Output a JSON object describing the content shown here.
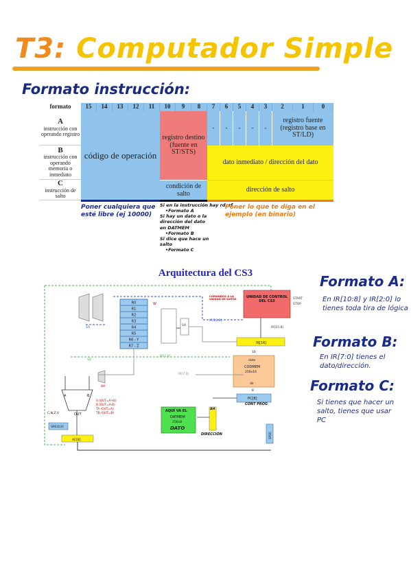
{
  "title": {
    "prefix": "T3:",
    "main": "Computador Simple"
  },
  "subtitle": "Formato instrucción:",
  "table": {
    "header_label": "formato",
    "bits": [
      "15",
      "14",
      "13",
      "12",
      "11",
      "10",
      "9",
      "8",
      "7",
      "6",
      "5",
      "4",
      "3",
      "2",
      "1",
      "0"
    ],
    "rows": [
      {
        "letter": "A",
        "desc": "instrucción con operando registro"
      },
      {
        "letter": "B",
        "desc": "instrucción con operando memoria o inmediato"
      },
      {
        "letter": "C",
        "desc": "instrucción de salto"
      }
    ],
    "opcode": "código de operación",
    "dest_reg": "registro destino (fuente en ST/STS)",
    "dash": "-",
    "src_reg": "registro fuente (registro base en ST/LD)",
    "data_field": "dato inmediato / dirección del dato",
    "jump_cond": "condición de salto",
    "jump_addr": "dirección de salto"
  },
  "notes": {
    "opcode_note": "Poner cualquiera que esté libre (ej 10000)",
    "reg_note": [
      "Si en la instrucción hay rd, rf",
      "•Formato A",
      "Si hay un dato o la",
      "dirección del dato",
      "en DATMEM",
      "•Formato B",
      "Si dice que hace un",
      "salto",
      "•Formato C"
    ],
    "example_note": "Poner lo que te diga en el ejemplo (en binario)"
  },
  "arch": {
    "title": "Arquitectura del CS3",
    "uc": "UNIDAD DE CONTROL DEL CS3",
    "start": "START",
    "stop": "STOP",
    "cmd": "COMANDOS A LA UNIDAD DE DATOS",
    "regs": [
      "R0",
      "R1",
      "R2",
      "R3",
      "R4",
      "R5",
      "R6 - Y",
      "R7 - Z"
    ],
    "wrd": "W",
    "ir": "IR[16]",
    "codmem": "CODMEM",
    "codmem_size": "256x16",
    "data": "data",
    "dir": "dir",
    "pc": "PC[8]",
    "datmem": "DATMEM",
    "datmem_size": "256x8",
    "hand_here": "AQUÍ VA EL",
    "hand_dato": "DATO",
    "hand_dir": "DIRECCIÓN",
    "hand_ah": "AH",
    "cont_prog": "CONT PROG",
    "sreg": "SREG[4]",
    "ac": "AC[8]",
    "sp": "SP[8]",
    "flags": "C,N,Z,V",
    "alu_a": "A",
    "alu_b": "B",
    "alu_out": "OUT",
    "alu_ops": [
      "S (OUT=A+B)",
      "R (OUT=A-B)",
      "TA (OUT=A)",
      "TB (OUT=B)"
    ],
    "sigs": {
      "ir108": "IR[10:8]",
      "ir158": "IR[15:8]",
      "ir20": "IR[2:0]",
      "ir70": "IR[7:0]",
      "sa": "SA",
      "sb": "SB",
      "wa": "WA",
      "n16": "16",
      "n8": "8"
    }
  },
  "side": {
    "a_title": "Formato A:",
    "a_text": "En IR[10:8] y IR[2:0] lo tienes toda tira de lógica",
    "b_title": "Formato B:",
    "b_text": "En IR[7:0] tienes el dato/dirección.",
    "c_title": "Formato C:",
    "c_text": "Si tienes que hacer un salto, tienes que usar PC"
  }
}
